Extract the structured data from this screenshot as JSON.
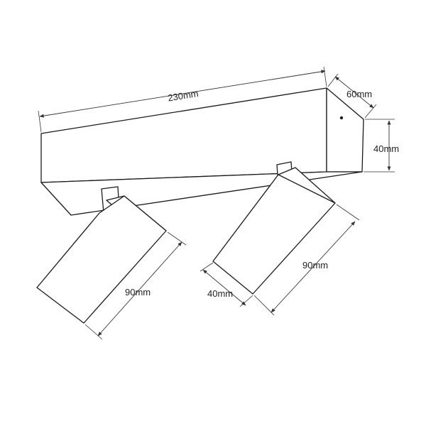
{
  "dimensions": {
    "length": "230mm",
    "depth": "60mm",
    "height": "40mm",
    "left_spot_length": "90mm",
    "right_spot_length": "90mm",
    "right_spot_width": "40mm"
  },
  "colors": {
    "line": "#1a1a1a",
    "background": "#ffffff"
  }
}
